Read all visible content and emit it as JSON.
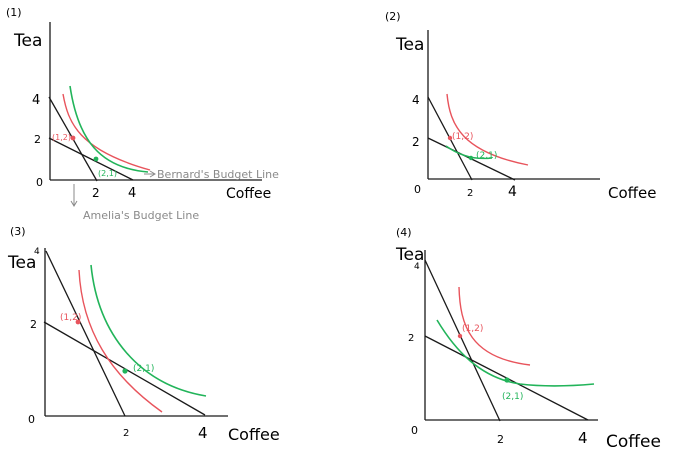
{
  "colors": {
    "axis": "#1a1a1a",
    "budget": "#1a1a1a",
    "amelia_indiff": "#e8545c",
    "bernard_indiff": "#22b45a",
    "annotation": "#8a8a8a"
  },
  "panels": [
    {
      "label": "(1)",
      "ylabel": "Tea",
      "xlabel": "Coffee",
      "origin": "0",
      "yticks": [
        "4",
        "2"
      ],
      "xticks": [
        "2",
        "4"
      ],
      "amelia_point": "(1,2)",
      "bernard_point": "(2,1)",
      "bernard_budget_label": "Bernard's Budget Line",
      "amelia_budget_label": "Amelia's Budget Line"
    },
    {
      "label": "(2)",
      "ylabel": "Tea",
      "xlabel": "Coffee",
      "origin": "0",
      "yticks": [
        "4",
        "2"
      ],
      "xticks": [
        "2",
        "4"
      ],
      "amelia_point": "(1,2)",
      "bernard_point": "(2,1)"
    },
    {
      "label": "(3)",
      "ylabel": "Tea",
      "xlabel": "Coffee",
      "origin": "0",
      "yticks": [
        "4",
        "2"
      ],
      "xticks": [
        "2",
        "4"
      ],
      "amelia_point": "(1,2)",
      "bernard_point": "(2,1)"
    },
    {
      "label": "(4)",
      "ylabel": "Tea",
      "xlabel": "Coffee",
      "origin": "0",
      "yticks": [
        "4",
        "2"
      ],
      "xticks": [
        "2",
        "4"
      ],
      "amelia_point": "(1,2)",
      "bernard_point": "(2,1)"
    }
  ]
}
